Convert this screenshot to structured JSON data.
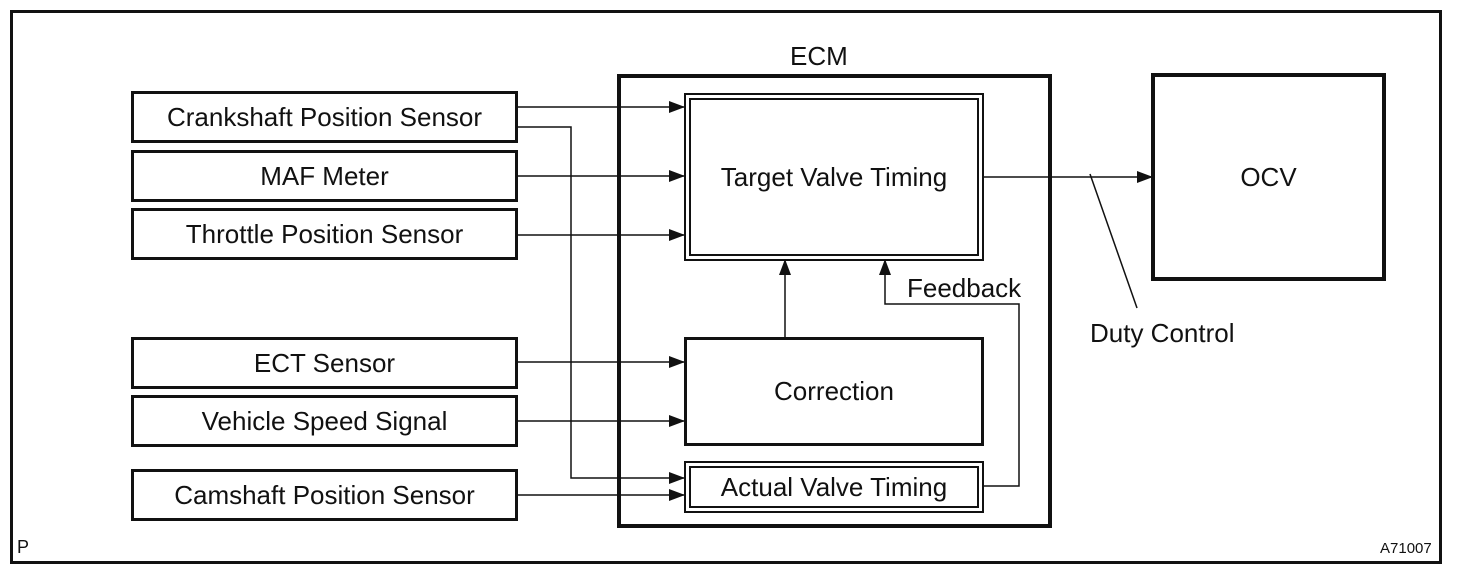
{
  "ecm": {
    "title": "ECM"
  },
  "sensors": {
    "crankshaft": "Crankshaft Position Sensor",
    "maf": "MAF Meter",
    "throttle": "Throttle Position Sensor",
    "ect": "ECT Sensor",
    "vehicle_speed": "Vehicle Speed Signal",
    "camshaft": "Camshaft Position Sensor"
  },
  "blocks": {
    "target_valve_timing": "Target Valve Timing",
    "correction": "Correction",
    "actual_valve_timing": "Actual Valve Timing",
    "ocv": "OCV"
  },
  "labels": {
    "feedback": "Feedback",
    "duty_control": "Duty Control",
    "corner_mark": "P",
    "figure_id": "A71007"
  }
}
